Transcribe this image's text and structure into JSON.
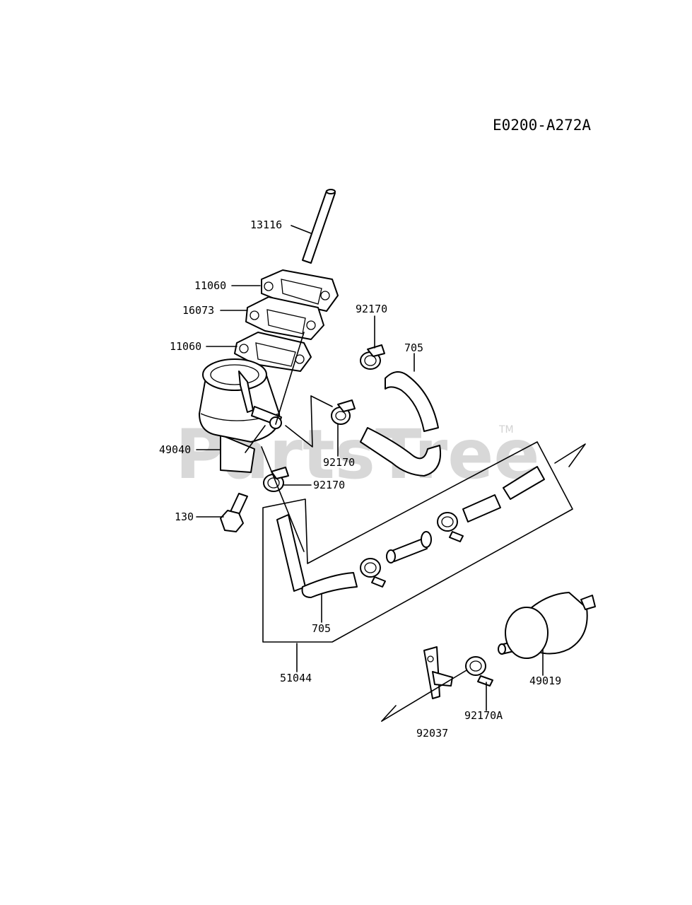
{
  "diagram": {
    "code": "E0200-A272A",
    "watermark": "PartsTree",
    "watermark_tm": "TM",
    "labels": {
      "p13116": "13116",
      "p11060a": "11060",
      "p16073": "16073",
      "p11060b": "11060",
      "p92170a": "92170",
      "p705a": "705",
      "p92170b": "92170",
      "p49040": "49040",
      "p92170c": "92170",
      "p130": "130",
      "p705b": "705",
      "p51044": "51044",
      "p49019": "49019",
      "p92170d": "92170A",
      "p92037": "92037"
    }
  }
}
